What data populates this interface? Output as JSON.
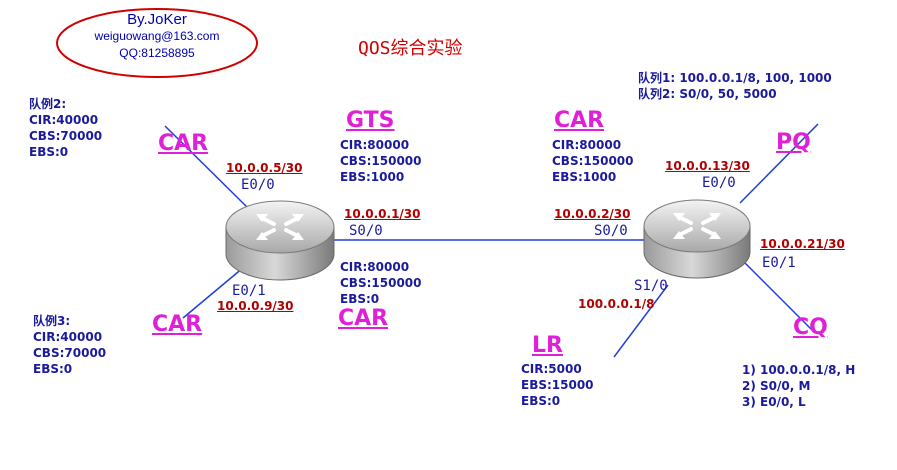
{
  "signature": {
    "name": "By.JoKer",
    "email": "weiguowang@163.com",
    "qq": "QQ:81258895"
  },
  "title": "QOS综合实验",
  "colors": {
    "link_line": "#1f3fd8",
    "magenta_label": "#e020d8",
    "ip_red": "#b00000",
    "text_blue": "#1a1a9c",
    "signature_oval": "#d00000"
  },
  "left_router": {
    "e0_0_ip": "10.0.0.5/30",
    "e0_0_name": "E0/0",
    "s0_0_ip": "10.0.0.1/30",
    "s0_0_name": "S0/0",
    "e0_1_name": "E0/1",
    "e0_1_ip": "10.0.0.9/30"
  },
  "right_router": {
    "s0_0_ip": "10.0.0.2/30",
    "s0_0_name": "S0/0",
    "e0_0_ip": "10.0.0.13/30",
    "e0_0_name": "E0/0",
    "e0_1_ip": "10.0.0.21/30",
    "e0_1_name": "E0/1",
    "s1_0_name": "S1/0",
    "s1_0_ip": "100.0.0.1/8"
  },
  "queue2": {
    "title": "队例2:",
    "cir": "CIR:40000",
    "cbs": "CBS:70000",
    "ebs": "EBS:0"
  },
  "queue3": {
    "title": "队例3:",
    "cir": "CIR:40000",
    "cbs": "CBS:70000",
    "ebs": "EBS:0"
  },
  "car_left_top": "CAR",
  "car_left_bottom": "CAR",
  "gts": {
    "label": "GTS",
    "cir": "CIR:80000",
    "cbs": "CBS:150000",
    "ebs": "EBS:1000"
  },
  "car_serial_left": {
    "label": "CAR",
    "cir": "CIR:80000",
    "cbs": "CBS:150000",
    "ebs": "EBS:0"
  },
  "car_serial_right": {
    "label": "CAR",
    "cir": "CIR:80000",
    "cbs": "CBS:150000",
    "ebs": "EBS:1000"
  },
  "pq": {
    "label": "PQ",
    "line1": "队列1: 100.0.0.1/8, 100, 1000",
    "line2": "队列2: S0/0, 50, 5000"
  },
  "lr": {
    "label": "LR",
    "cir": "CIR:5000",
    "ebs1": "EBS:15000",
    "ebs2": "EBS:0"
  },
  "cq": {
    "label": "CQ",
    "line1": "1) 100.0.0.1/8, H",
    "line2": "2) S0/0, M",
    "line3": "3) E0/0, L"
  }
}
